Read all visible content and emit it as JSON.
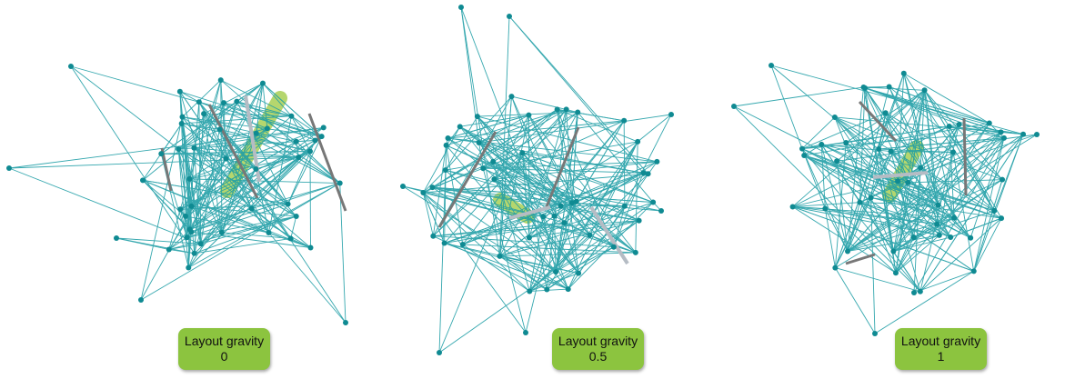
{
  "colors": {
    "edge": "#1f9ea6",
    "node": "#0f8a92",
    "highlight_band": "#a9cf55",
    "highlight_edge_dark": "#777777",
    "highlight_edge_light": "#b5bcc4",
    "label_bg": "#8cc43f"
  },
  "panels": [
    {
      "title": "Layout gravity",
      "value": "0"
    },
    {
      "title": "Layout gravity",
      "value": "0.5"
    },
    {
      "title": "Layout gravity",
      "value": "1"
    }
  ]
}
